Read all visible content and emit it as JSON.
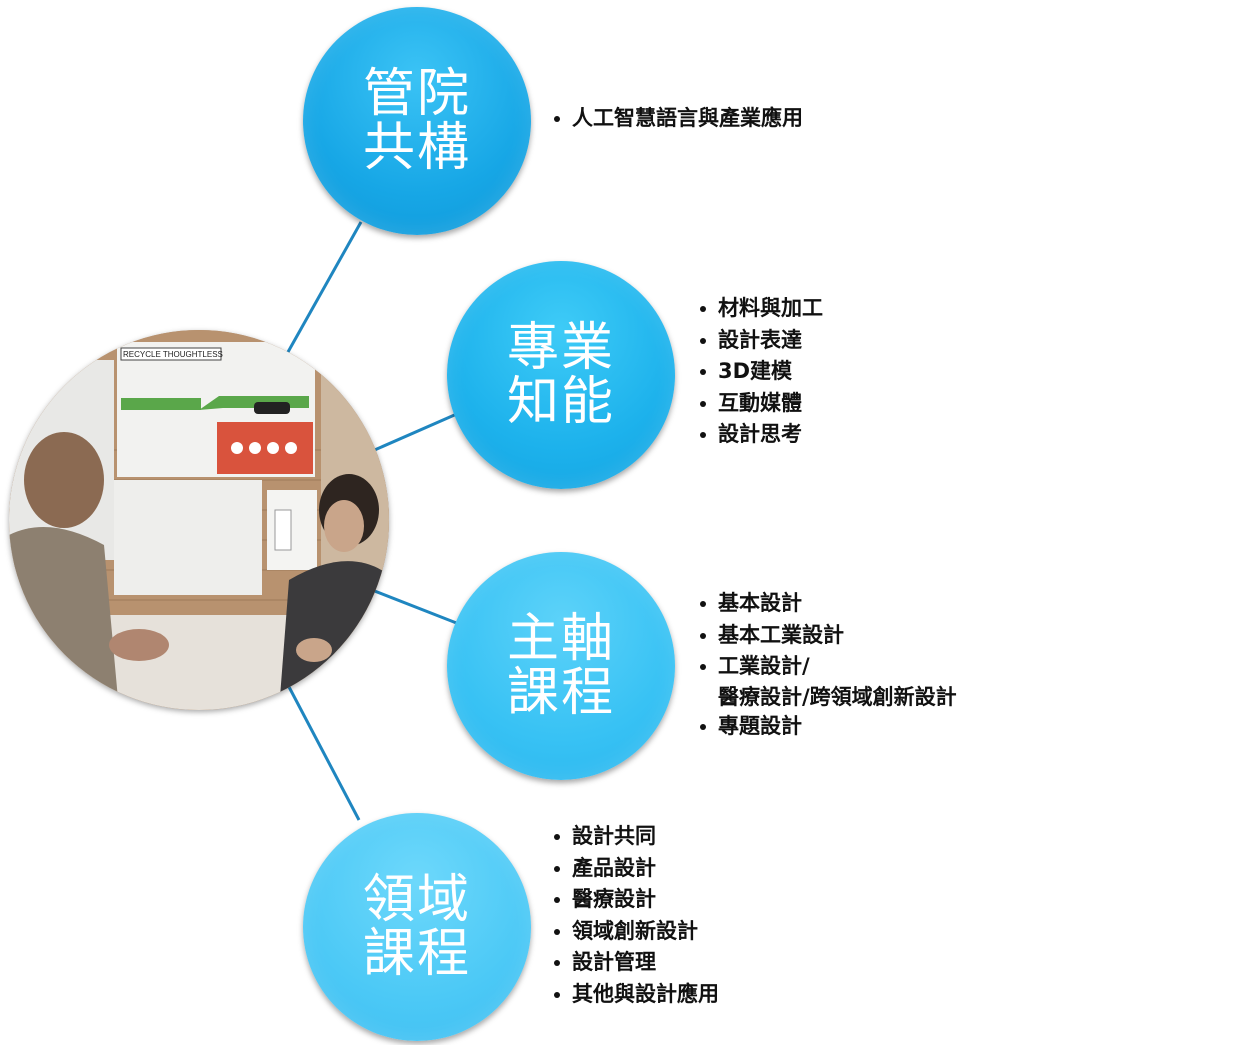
{
  "colors": {
    "connector": "#1f86c0",
    "node_text": "#ffffff",
    "bullet_text": "#111111",
    "node_blue_dark": "#17a7e6",
    "node_blue_light": "#4cc9f6"
  },
  "photo": {
    "icon": "photo-classroom",
    "poster_title": "RECYCLE THOUGHTLESS"
  },
  "nodes": [
    {
      "line1": "管院",
      "line2": "共構",
      "items": [
        "人工智慧語言與產業應用"
      ]
    },
    {
      "line1": "專業",
      "line2": "知能",
      "items": [
        "材料與加工",
        "設計表達",
        "3D建模",
        "互動媒體",
        "設計思考"
      ]
    },
    {
      "line1": "主軸",
      "line2": "課程",
      "items": [
        "基本設計",
        "基本工業設計",
        "工業設計/",
        "專題設計"
      ],
      "item3_line2": "醫療設計/跨領域創新設計"
    },
    {
      "line1": "領域",
      "line2": "課程",
      "items": [
        "設計共同",
        "產品設計",
        "醫療設計",
        "領域創新設計",
        "設計管理",
        "其他與設計應用"
      ]
    }
  ]
}
